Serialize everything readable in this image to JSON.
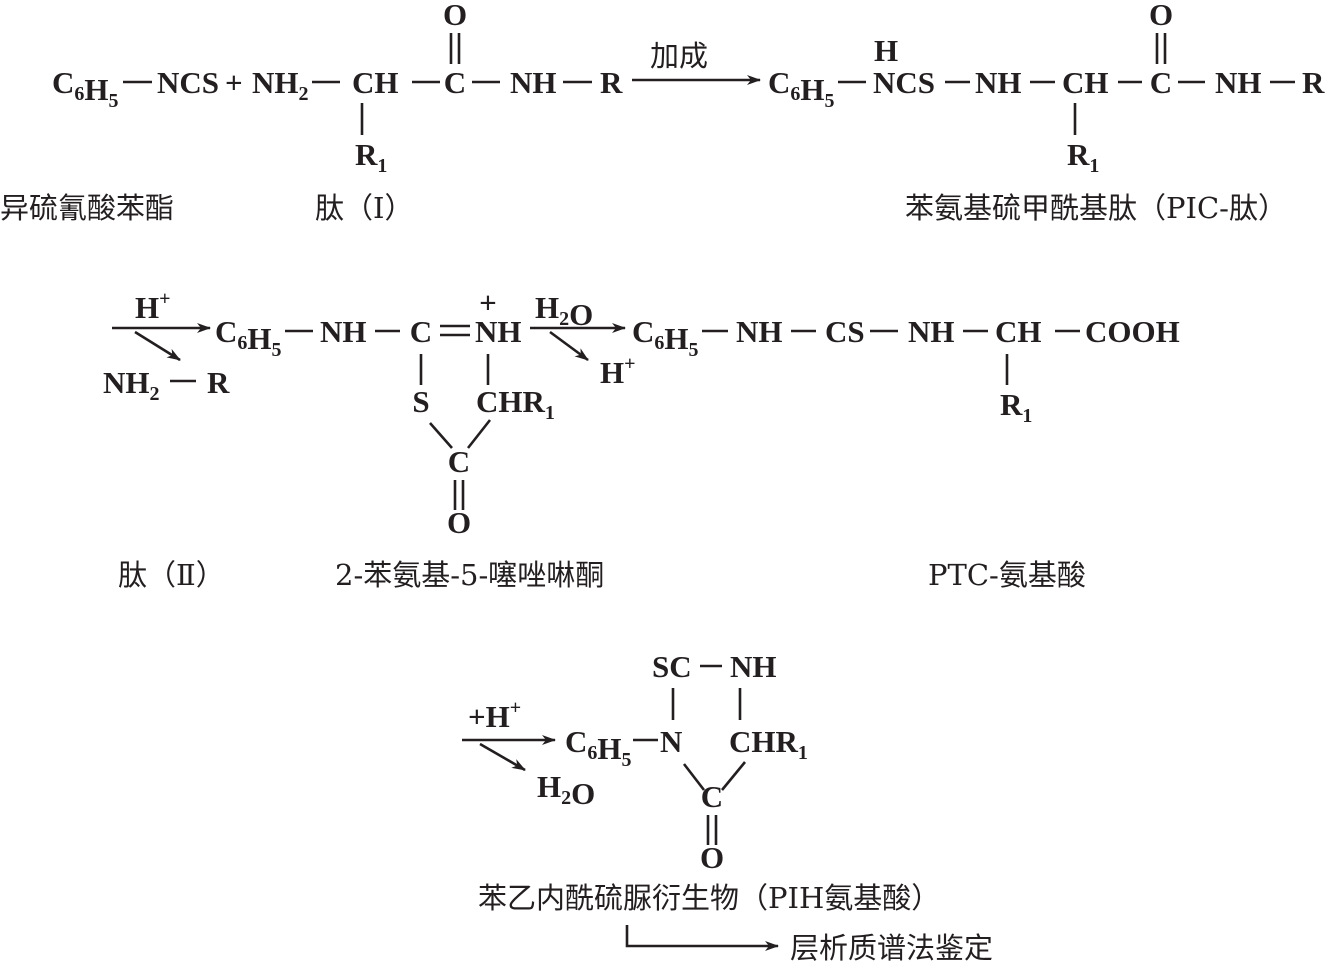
{
  "reaction1": {
    "reactant_isothiocyanate": [
      "C6H5",
      "NCS"
    ],
    "plus": "+",
    "peptide": [
      "NH2",
      "CH",
      "C",
      "NH",
      "R"
    ],
    "peptide_carbonyl_o": "O",
    "peptide_sidechain": "R1",
    "arrow_label": "加成",
    "product": [
      "C6H5",
      "NCS",
      "NH",
      "CH",
      "C",
      "NH",
      "R"
    ],
    "product_h": "H",
    "product_carbonyl_o": "O",
    "product_sidechain": "R1",
    "labels": [
      "异硫氰酸苯酯",
      "肽（Ⅰ）",
      "苯氨基硫甲酰基肽（PIC-肽）"
    ]
  },
  "reaction2": {
    "arrow1_top": "H+",
    "arrow1_out": [
      "NH2",
      "R"
    ],
    "thiazolinone": [
      "C6H5",
      "NH",
      "C",
      "NH"
    ],
    "charge": "+",
    "ring": {
      "s": "S",
      "chr": "CHR1",
      "c": "C",
      "o": "O"
    },
    "arrow2_top": "H2O",
    "arrow2_out": "H+",
    "ptc": [
      "C6H5",
      "NH",
      "CS",
      "NH",
      "CH",
      "COOH"
    ],
    "ptc_sidechain": "R1",
    "labels": [
      "肽（Ⅱ）",
      "2-苯氨基-5-噻唑啉酮",
      "PTC-氨基酸"
    ]
  },
  "reaction3": {
    "arrow_top": "+H+",
    "arrow_out": "H2O",
    "ring": {
      "sc": "SC",
      "nh": "NH",
      "c6h5": "C6H5",
      "n": "N",
      "chr": "CHR1",
      "c": "C",
      "o": "O"
    },
    "label": "苯乙内酰硫脲衍生物（PIH氨基酸）",
    "final_step": "层析质谱法鉴定"
  }
}
